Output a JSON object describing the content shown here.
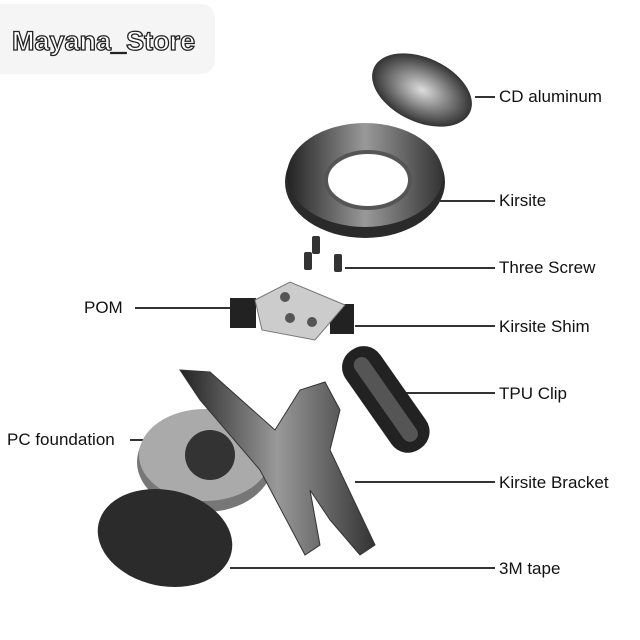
{
  "watermark": "Mayana_Store",
  "labels": {
    "cd": "CD aluminum",
    "kirsite": "Kirsite",
    "screw": "Three Screw",
    "pom": "POM",
    "shim": "Kirsite Shim",
    "tpu": "TPU Clip",
    "pc": "PC foundation",
    "bracket": "Kirsite Bracket",
    "tape": "3M tape"
  }
}
